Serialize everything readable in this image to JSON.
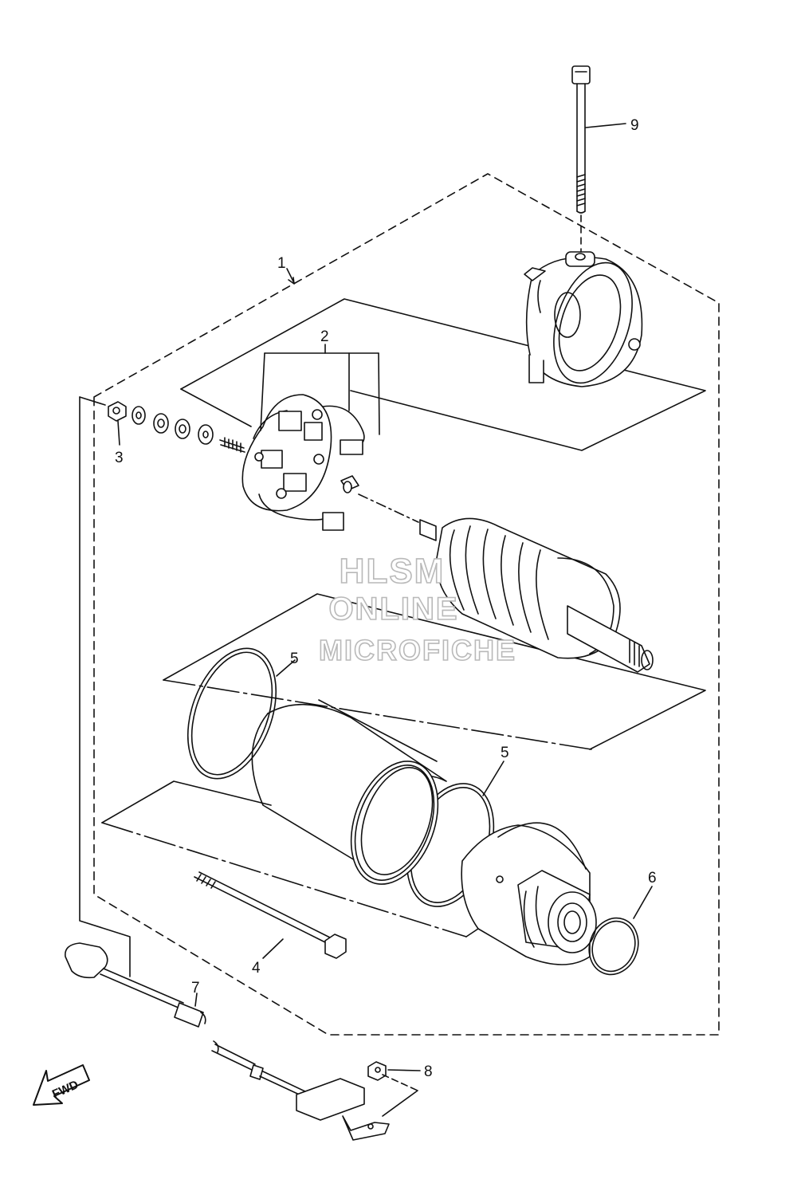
{
  "callouts": {
    "c1": "1",
    "c2": "2",
    "c3": "3",
    "c4": "4",
    "c5a": "5",
    "c5b": "5",
    "c6": "6",
    "c7": "7",
    "c8": "8",
    "c9": "9"
  },
  "watermark": {
    "line1": "HLSM",
    "line2": "ONLINE",
    "line3": "MICROFICHE"
  },
  "fwd_arrow": {
    "label": "FWD"
  },
  "colors": {
    "line": "#111111",
    "watermark_outline": "#b9b9b9"
  }
}
